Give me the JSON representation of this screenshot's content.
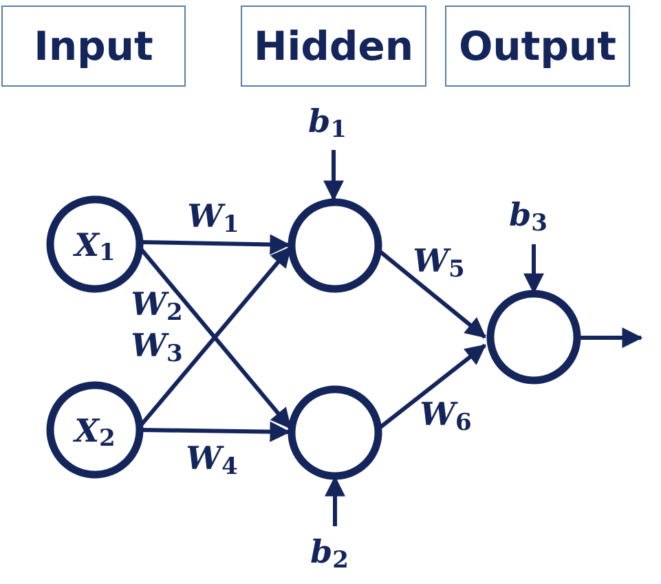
{
  "header": {
    "input_label": "Input",
    "hidden_label": "Hidden",
    "output_label": "Output"
  },
  "nodes": {
    "x1": {
      "base": "X",
      "sub": "1"
    },
    "x2": {
      "base": "X",
      "sub": "2"
    }
  },
  "biases": {
    "b1": {
      "base": "b",
      "sub": "1"
    },
    "b2": {
      "base": "b",
      "sub": "2"
    },
    "b3": {
      "base": "b",
      "sub": "3"
    }
  },
  "weights": {
    "w1": {
      "base": "W",
      "sub": "1"
    },
    "w2": {
      "base": "W",
      "sub": "2"
    },
    "w3": {
      "base": "W",
      "sub": "3"
    },
    "w4": {
      "base": "W",
      "sub": "4"
    },
    "w5": {
      "base": "W",
      "sub": "5"
    },
    "w6": {
      "base": "W",
      "sub": "6"
    }
  },
  "colors": {
    "primary": "#14255c",
    "box_border": "#5b7fa8",
    "background": "#ffffff"
  }
}
